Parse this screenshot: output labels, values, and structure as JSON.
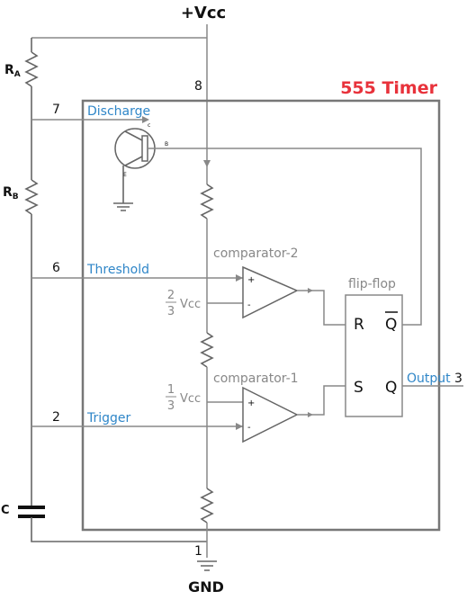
{
  "diagram": {
    "title": "555 Timer",
    "supply_label": "+Vcc",
    "ground_label": "GND",
    "components": {
      "ra": {
        "main": "R",
        "sub": "A"
      },
      "rb": {
        "main": "R",
        "sub": "B"
      },
      "cap": "C"
    },
    "pins": {
      "vcc": "8",
      "discharge": "7",
      "threshold": "6",
      "trigger": "2",
      "ground": "1",
      "output": "3"
    },
    "signals": {
      "discharge": "Discharge",
      "threshold": "Threshold",
      "trigger": "Trigger",
      "output": "Output"
    },
    "blocks": {
      "comparator_2": "comparator-2",
      "comparator_1": "comparator-1",
      "flip_flop": "flip-flop",
      "ff_r": "R",
      "ff_qbar": "Q",
      "ff_s": "S",
      "ff_q": "Q",
      "plus": "+",
      "minus": "-"
    },
    "references": {
      "upper": {
        "num": "2",
        "den": "3",
        "unit": "Vcc"
      },
      "lower": {
        "num": "1",
        "den": "3",
        "unit": "Vcc"
      }
    },
    "transistor_pins": {
      "c": "c",
      "b": "B",
      "e": "E"
    },
    "colors": {
      "title": "#e8323b",
      "signal": "#2f86c8",
      "wire": "#888888",
      "chip_border": "#777777"
    }
  }
}
